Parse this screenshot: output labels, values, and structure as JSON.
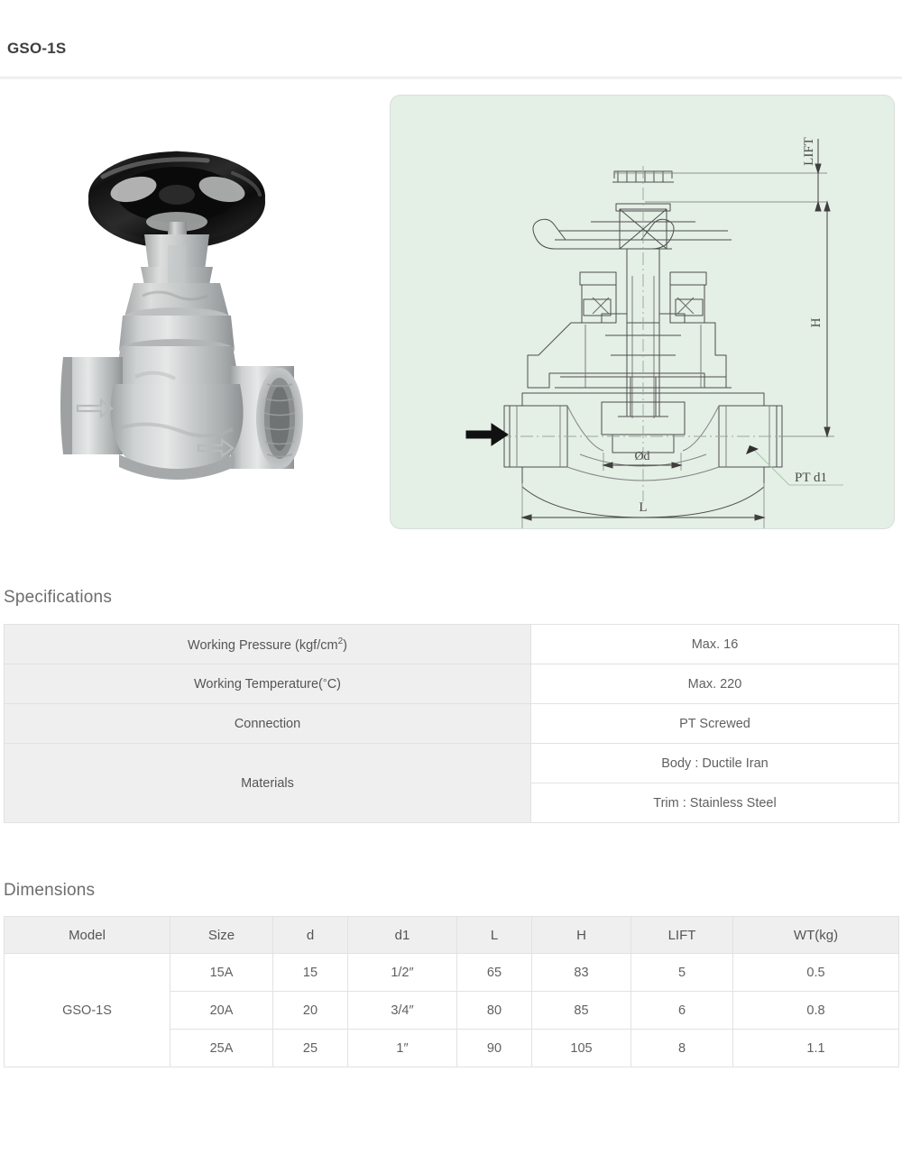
{
  "product": {
    "title": "GSO-1S"
  },
  "media": {
    "photo": {
      "alt_name": "globe-valve-photo",
      "handwheel_color": "#1b1b1b",
      "body_color": "#c9cbcb",
      "background": "#ffffff"
    },
    "drawing": {
      "alt_name": "valve-cross-section-drawing",
      "background_color": "#e4efe5",
      "line_color": "#4a4a4a",
      "labels": {
        "lift": "LIFT",
        "height": "H",
        "bore": "Ød",
        "thread": "PT d1",
        "length": "L"
      },
      "flow_arrow": "flow-direction-arrow"
    }
  },
  "specifications": {
    "heading": "Specifications",
    "rows": [
      {
        "label": "Working Pressure (kgf/cm",
        "label_sup": "2",
        "label_tail": ")",
        "value": "Max. 16"
      },
      {
        "label": "Working Temperature(",
        "label_deg": "°",
        "label_tail": "C)",
        "value": "Max. 220"
      },
      {
        "label": "Connection",
        "value": "PT Screwed"
      },
      {
        "label": "Materials",
        "values": [
          "Body : Ductile Iran",
          "Trim : Stainless Steel"
        ]
      }
    ]
  },
  "dimensions": {
    "heading": "Dimensions",
    "columns": [
      "Model",
      "Size",
      "d",
      "d1",
      "L",
      "H",
      "LIFT",
      "WT(kg)"
    ],
    "model": "GSO-1S",
    "rows": [
      {
        "size": "15A",
        "d": "15",
        "d1": "1/2″",
        "l": "65",
        "h": "83",
        "lift": "5",
        "wt": "0.5"
      },
      {
        "size": "20A",
        "d": "20",
        "d1": "3/4″",
        "l": "80",
        "h": "85",
        "lift": "6",
        "wt": "0.8"
      },
      {
        "size": "25A",
        "d": "25",
        "d1": "1″",
        "l": "90",
        "h": "105",
        "lift": "8",
        "wt": "1.1"
      }
    ]
  },
  "colors": {
    "heading_text": "#6d6d6d",
    "title_text": "#3f3f3f",
    "table_border": "#e2e2e2",
    "label_cell_bg": "#efefef",
    "drawing_bg": "#e4efe5"
  }
}
